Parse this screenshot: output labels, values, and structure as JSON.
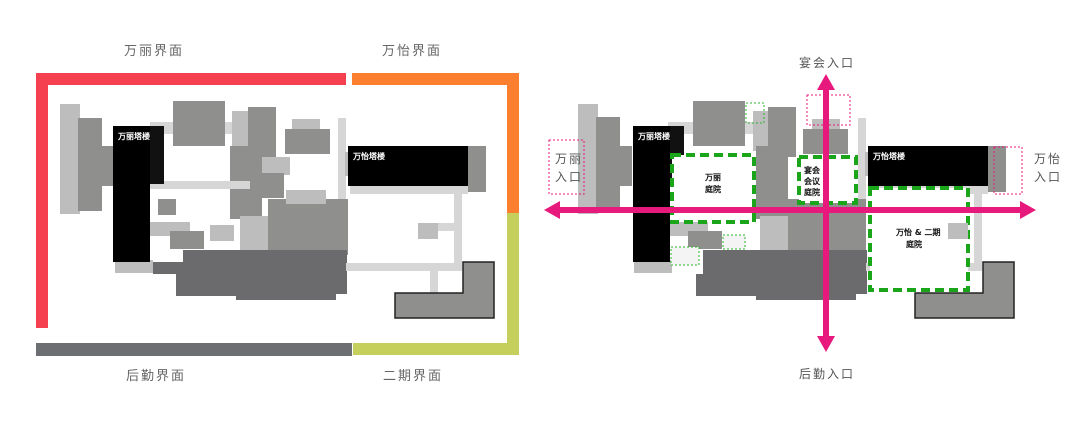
{
  "colors": {
    "wanli_edge": "#f5404f",
    "wanyi_edge": "#fb7f2e",
    "rear_edge": "#6d6e72",
    "phase2_edge": "#c5cf5c",
    "tower": "#000000",
    "dark_mass": "#6b6b6e",
    "mid_mass": "#8f8f8d",
    "light_mass": "#bdbdbd",
    "path": "#d6d6d6",
    "courtyard_outline": "#1aa51a",
    "axis": "#e8197d"
  },
  "left_panel": {
    "labels": {
      "wanli_interface": "万丽界面",
      "wanyi_interface": "万怡界面",
      "rear_interface": "后勤界面",
      "phase2_interface": "二期界面"
    },
    "buildings": {
      "wanli_tower": "万丽塔楼",
      "wanyi_tower": "万怡塔楼"
    }
  },
  "right_panel": {
    "buildings": {
      "wanli_tower": "万丽塔楼",
      "wanyi_tower": "万怡塔楼"
    },
    "courtyards": {
      "wanli_line1": "万丽",
      "wanli_line2": "庭院",
      "banquet_line1": "宴会",
      "banquet_line2": "会议",
      "banquet_line3": "庭院",
      "wanyi_phase2_line1": "万怡 & 二期",
      "wanyi_phase2_line2": "庭院"
    },
    "entrances": {
      "banquet": "宴会入口",
      "rear": "后勤入口",
      "wanli_line1": "万丽",
      "wanli_line2": "入口",
      "wanyi_line1": "万怡",
      "wanyi_line2": "入口"
    }
  }
}
